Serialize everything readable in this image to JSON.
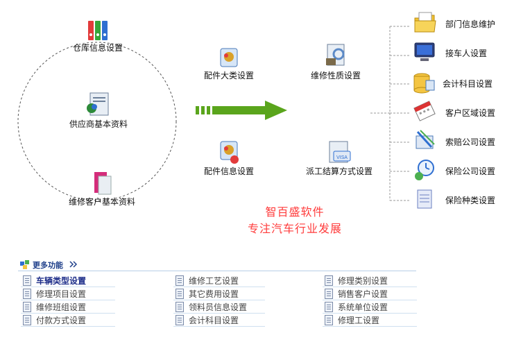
{
  "left_group": {
    "warehouse": "仓库信息设置",
    "supplier": "供应商基本资料",
    "customer": "维修客户基本资料"
  },
  "middle": {
    "parts_category": "配件大类设置",
    "repair_nature": "维修性质设置",
    "parts_info": "配件信息设置",
    "dispatch_settlement": "派工结算方式设置"
  },
  "brand": {
    "line1": "智百盛软件",
    "line2": "专注汽车行业发展"
  },
  "right_list": [
    {
      "label": "部门信息维护",
      "icon": "folder-icon"
    },
    {
      "label": "接车人设置",
      "icon": "monitor-icon"
    },
    {
      "label": "会计科目设置",
      "icon": "database-icon"
    },
    {
      "label": "客户区域设置",
      "icon": "calendar-icon"
    },
    {
      "label": "索赔公司设置",
      "icon": "books-icon"
    },
    {
      "label": "保险公司设置",
      "icon": "clock-icon"
    },
    {
      "label": "保险种类设置",
      "icon": "notepad-icon"
    }
  ],
  "more": {
    "title": "更多功能",
    "columns": [
      [
        "车辆类型设置",
        "修理项目设置",
        "维修班组设置",
        "付款方式设置"
      ],
      [
        "维修工艺设置",
        "其它费用设置",
        "领料员信息设置",
        "会计科目设置"
      ],
      [
        "修理类别设置",
        "销售客户设置",
        "系统单位设置",
        "修理工设置"
      ]
    ]
  },
  "colors": {
    "arrow": "#5aa51c",
    "brand": "#ff3b3b",
    "more_title": "#1f3f8a"
  }
}
